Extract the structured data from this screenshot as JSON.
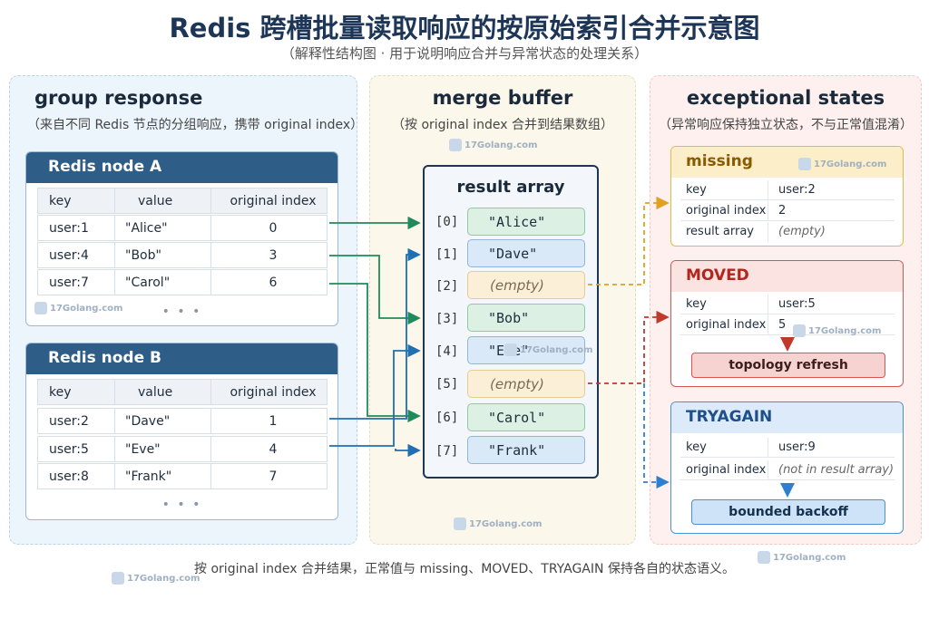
{
  "title": "Redis 跨槽批量读取响应的按原始索引合并示意图",
  "subtitle": "（解释性结构图 · 用于说明响应合并与异常状态的处理关系）",
  "watermark": "17Golang.com",
  "left_panel": {
    "title": "group response",
    "subtitle": "（来自不同 Redis 节点的分组响应，携带 original index）",
    "columns": [
      "key",
      "value",
      "original index"
    ],
    "nodes": [
      {
        "name": "Redis node A",
        "rows": [
          {
            "key": "user:1",
            "value": "\"Alice\"",
            "index": "0"
          },
          {
            "key": "user:4",
            "value": "\"Bob\"",
            "index": "3"
          },
          {
            "key": "user:7",
            "value": "\"Carol\"",
            "index": "6"
          }
        ],
        "more": "• • •"
      },
      {
        "name": "Redis node B",
        "rows": [
          {
            "key": "user:2",
            "value": "\"Dave\"",
            "index": "1"
          },
          {
            "key": "user:5",
            "value": "\"Eve\"",
            "index": "4"
          },
          {
            "key": "user:8",
            "value": "\"Frank\"",
            "index": "7"
          }
        ],
        "more": "• • •"
      }
    ]
  },
  "mid_panel": {
    "title": "merge buffer",
    "subtitle": "（按 original index 合并到结果数组）",
    "array_title": "result array",
    "slots": [
      {
        "idx": "[0]",
        "value": "\"Alice\"",
        "kind": "green"
      },
      {
        "idx": "[1]",
        "value": "\"Dave\"",
        "kind": "blue"
      },
      {
        "idx": "[2]",
        "value": "(empty)",
        "kind": "empty"
      },
      {
        "idx": "[3]",
        "value": "\"Bob\"",
        "kind": "green"
      },
      {
        "idx": "[4]",
        "value": "\"Eve\"",
        "kind": "blue"
      },
      {
        "idx": "[5]",
        "value": "(empty)",
        "kind": "empty"
      },
      {
        "idx": "[6]",
        "value": "\"Carol\"",
        "kind": "green"
      },
      {
        "idx": "[7]",
        "value": "\"Frank\"",
        "kind": "blue"
      }
    ]
  },
  "right_panel": {
    "title": "exceptional states",
    "subtitle": "（异常响应保持独立状态，不与正常值混淆）",
    "missing": {
      "name": "missing",
      "rows": [
        {
          "k": "key",
          "v": "user:2"
        },
        {
          "k": "original index",
          "v": "2"
        },
        {
          "k": "result array",
          "v": "(empty)"
        }
      ]
    },
    "moved": {
      "name": "MOVED",
      "rows": [
        {
          "k": "key",
          "v": "user:5"
        },
        {
          "k": "original index",
          "v": "5"
        }
      ],
      "action": "topology refresh"
    },
    "tryagain": {
      "name": "TRYAGAIN",
      "rows": [
        {
          "k": "key",
          "v": "user:9"
        },
        {
          "k": "original index",
          "v": "(not in result array)"
        }
      ],
      "action": "bounded backoff"
    }
  },
  "footer": "按 original index 合并结果，正常值与 missing、MOVED、TRYAGAIN 保持各自的状态语义。",
  "colors": {
    "node_header": "#2e5e88",
    "green_arrow": "#1f8a5a",
    "blue_arrow": "#1f6fb2",
    "missing": "#e0a020",
    "moved": "#c0392b",
    "tryagain": "#2f7fd0"
  }
}
